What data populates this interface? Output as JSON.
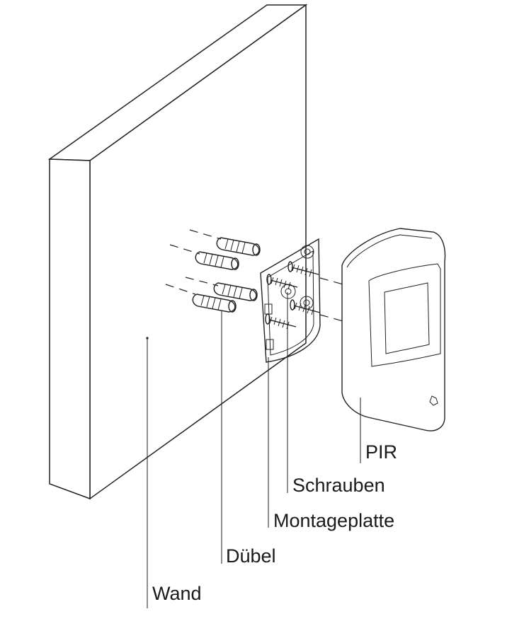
{
  "labels": {
    "pir": "PIR",
    "screws": "Schrauben",
    "mounting_plate": "Montageplatte",
    "dowels": "Dübel",
    "wall": "Wand"
  }
}
